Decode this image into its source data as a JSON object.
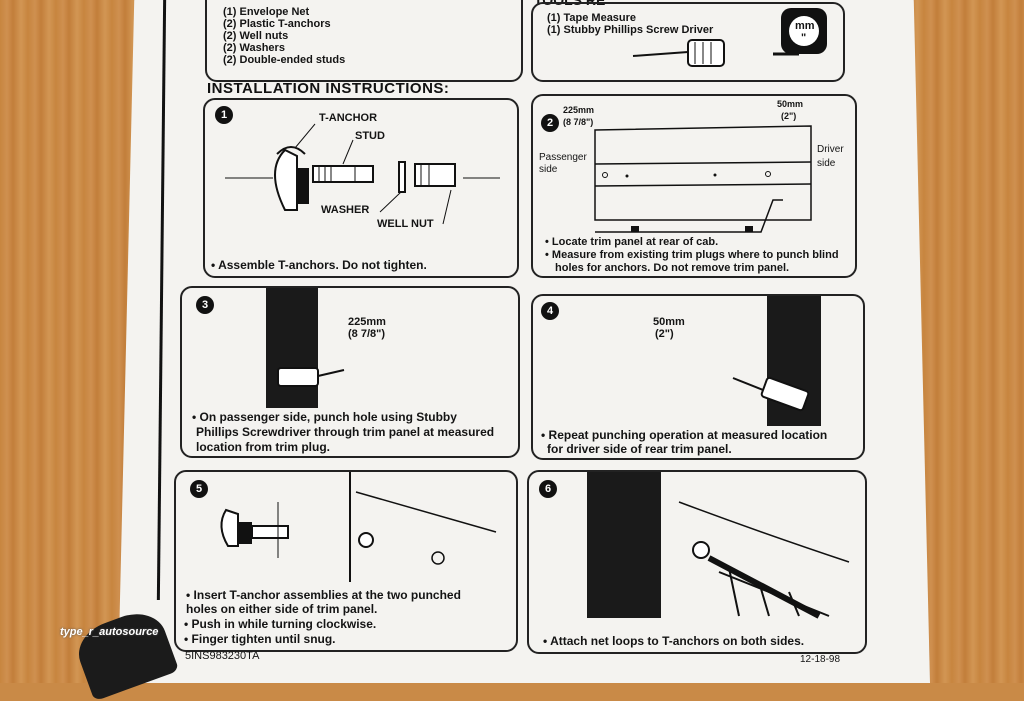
{
  "parts_list": [
    "(1) Envelope Net",
    "(2) Plastic T-anchors",
    "(2) Well nuts",
    "(2) Washers",
    "(2) Double-ended studs"
  ],
  "tools_list": [
    "(1) Tape Measure",
    "(1) Stubby Phillips Screw Driver"
  ],
  "tools_heading": "TOOLS RE",
  "tape_label": "mm",
  "tape_label2": "\"",
  "installation_heading": "INSTALLATION INSTRUCTIONS:",
  "steps": [
    {
      "num": "1",
      "labels": [
        "T-ANCHOR",
        "STUD",
        "WASHER",
        "WELL NUT"
      ],
      "caption": [
        "• Assemble T-anchors.  Do not tighten."
      ]
    },
    {
      "num": "2",
      "labels": [
        "225mm",
        "(8 7/8\")",
        "50mm",
        "(2\")",
        "Passenger",
        "side",
        "Driver",
        "side"
      ],
      "caption": [
        "• Locate trim panel at rear of cab.",
        "• Measure from existing trim plugs where to punch blind",
        "holes for anchors.  Do not remove trim panel."
      ]
    },
    {
      "num": "3",
      "labels": [
        "225mm",
        "(8 7/8\")"
      ],
      "caption": [
        "• On passenger side, punch hole using Stubby",
        "Phillips Screwdriver through trim panel at measured",
        "location from trim plug."
      ]
    },
    {
      "num": "4",
      "labels": [
        "50mm",
        "(2\")"
      ],
      "caption": [
        "• Repeat punching operation at measured location",
        "for driver side of rear trim panel."
      ]
    },
    {
      "num": "5",
      "labels": [],
      "caption": [
        "• Insert T-anchor assemblies at the two punched",
        "holes on either side of trim panel.",
        "• Push in while turning clockwise.",
        "• Finger tighten until snug."
      ]
    },
    {
      "num": "6",
      "labels": [],
      "caption": [
        "• Attach net loops to T-anchors on both sides."
      ]
    }
  ],
  "footer_code": "5INS983230TA",
  "footer_date": "12-18-98",
  "watermark": "type_r_autosource"
}
